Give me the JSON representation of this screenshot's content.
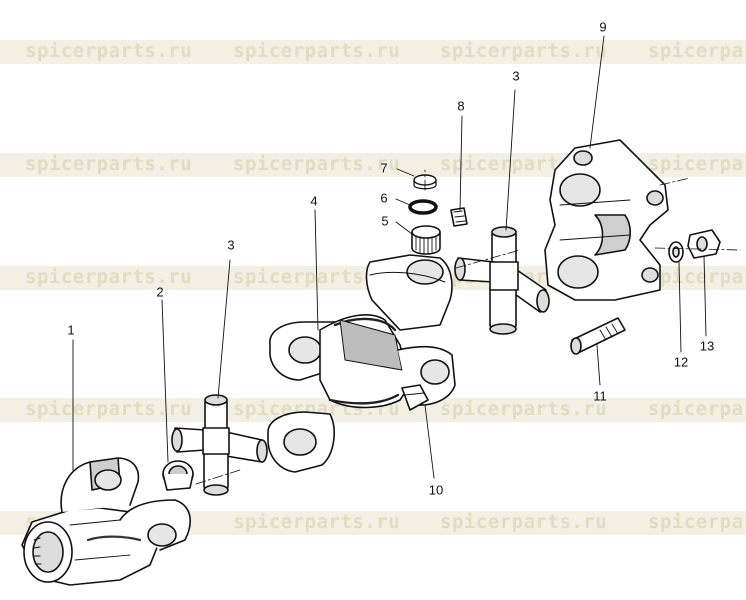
{
  "watermark": {
    "text": "spicerparts.ru",
    "text_partial": "spicerpa",
    "band_color": "#f3f0e3",
    "text_color": "#e2dcc4"
  },
  "callouts": [
    {
      "id": "c1",
      "label": "1"
    },
    {
      "id": "c2",
      "label": "2"
    },
    {
      "id": "c3a",
      "label": "3"
    },
    {
      "id": "c4",
      "label": "4"
    },
    {
      "id": "c5",
      "label": "5"
    },
    {
      "id": "c6",
      "label": "6"
    },
    {
      "id": "c7",
      "label": "7"
    },
    {
      "id": "c8",
      "label": "8"
    },
    {
      "id": "c3b",
      "label": "3"
    },
    {
      "id": "c9",
      "label": "9"
    },
    {
      "id": "c10",
      "label": "10"
    },
    {
      "id": "c11",
      "label": "11"
    },
    {
      "id": "c12",
      "label": "12"
    },
    {
      "id": "c13",
      "label": "13"
    }
  ]
}
